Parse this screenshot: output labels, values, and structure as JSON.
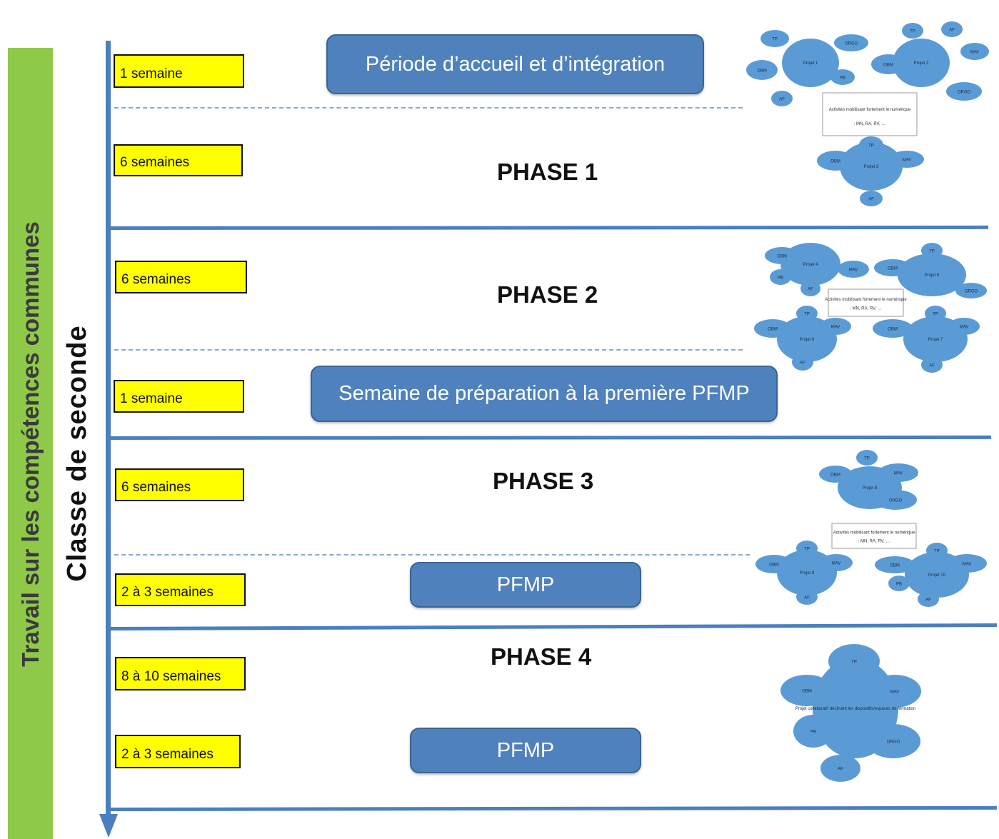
{
  "sidebar_label": "Travail sur les compétences communes",
  "axis_label": "Classe de seconde",
  "durations": [
    "1 semaine",
    "6 semaines",
    "6 semaines",
    "1 semaine",
    "6 semaines",
    "2 à 3 semaines",
    "8 à 10 semaines",
    "2 à 3 semaines"
  ],
  "blocks": {
    "accueil": "Période d’accueil et d’intégration",
    "preparation": "Semaine de préparation à la première PFMP",
    "pfmp1": "PFMP",
    "pfmp2": "PFMP"
  },
  "phases": [
    "PHASE 1",
    "PHASE 2",
    "PHASE 3",
    "PHASE 4"
  ],
  "clusters": {
    "note": "Activités mobilisant fortement le numérique : MN, RA, RV, …",
    "p1": {
      "center": "Projet 1",
      "labels": [
        "TP",
        "ORGO",
        "OBM",
        "PB",
        "AF"
      ]
    },
    "p2": {
      "center": "Projet 2",
      "labels": [
        "TP",
        "AF",
        "MAV",
        "OBM",
        "ORGO"
      ]
    },
    "p3": {
      "center": "Projet 3",
      "labels": [
        "TP",
        "OBM",
        "MAV",
        "AF"
      ]
    },
    "p4": {
      "center": "Projet 4",
      "labels": [
        "OBM",
        "MAV",
        "PB",
        "AF"
      ]
    },
    "p5": {
      "center": "Projet 5",
      "labels": [
        "TP",
        "OBM",
        "ORGO"
      ]
    },
    "p6": {
      "center": "Projet 6",
      "labels": [
        "TP",
        "OBM",
        "MAV",
        "AF"
      ]
    },
    "p7": {
      "center": "Projet 7",
      "labels": [
        "TP",
        "OBM",
        "MAV",
        "AF"
      ]
    },
    "p8": {
      "center": "Projet 8",
      "labels": [
        "TP",
        "OBM",
        "MAV",
        "ORGO"
      ]
    },
    "p9": {
      "center": "Projet 9",
      "labels": [
        "TP",
        "OBM",
        "MAV",
        "AF"
      ]
    },
    "p10": {
      "center": "Projet 10",
      "labels": [
        "TP",
        "OBM",
        "MAV",
        "PB",
        "AF"
      ]
    },
    "final": {
      "center": "Projet collaboratif déclinant les dispositifs/espaces de formation",
      "labels": [
        "TP",
        "OBM",
        "MAV",
        "PB",
        "ORGO",
        "AF"
      ]
    }
  },
  "colors": {
    "axis": "#4a7fc0",
    "green": "#8fc94a",
    "yellow": "#ffff00",
    "box": "#4f81bd",
    "bubble": "#5b9bd5"
  }
}
